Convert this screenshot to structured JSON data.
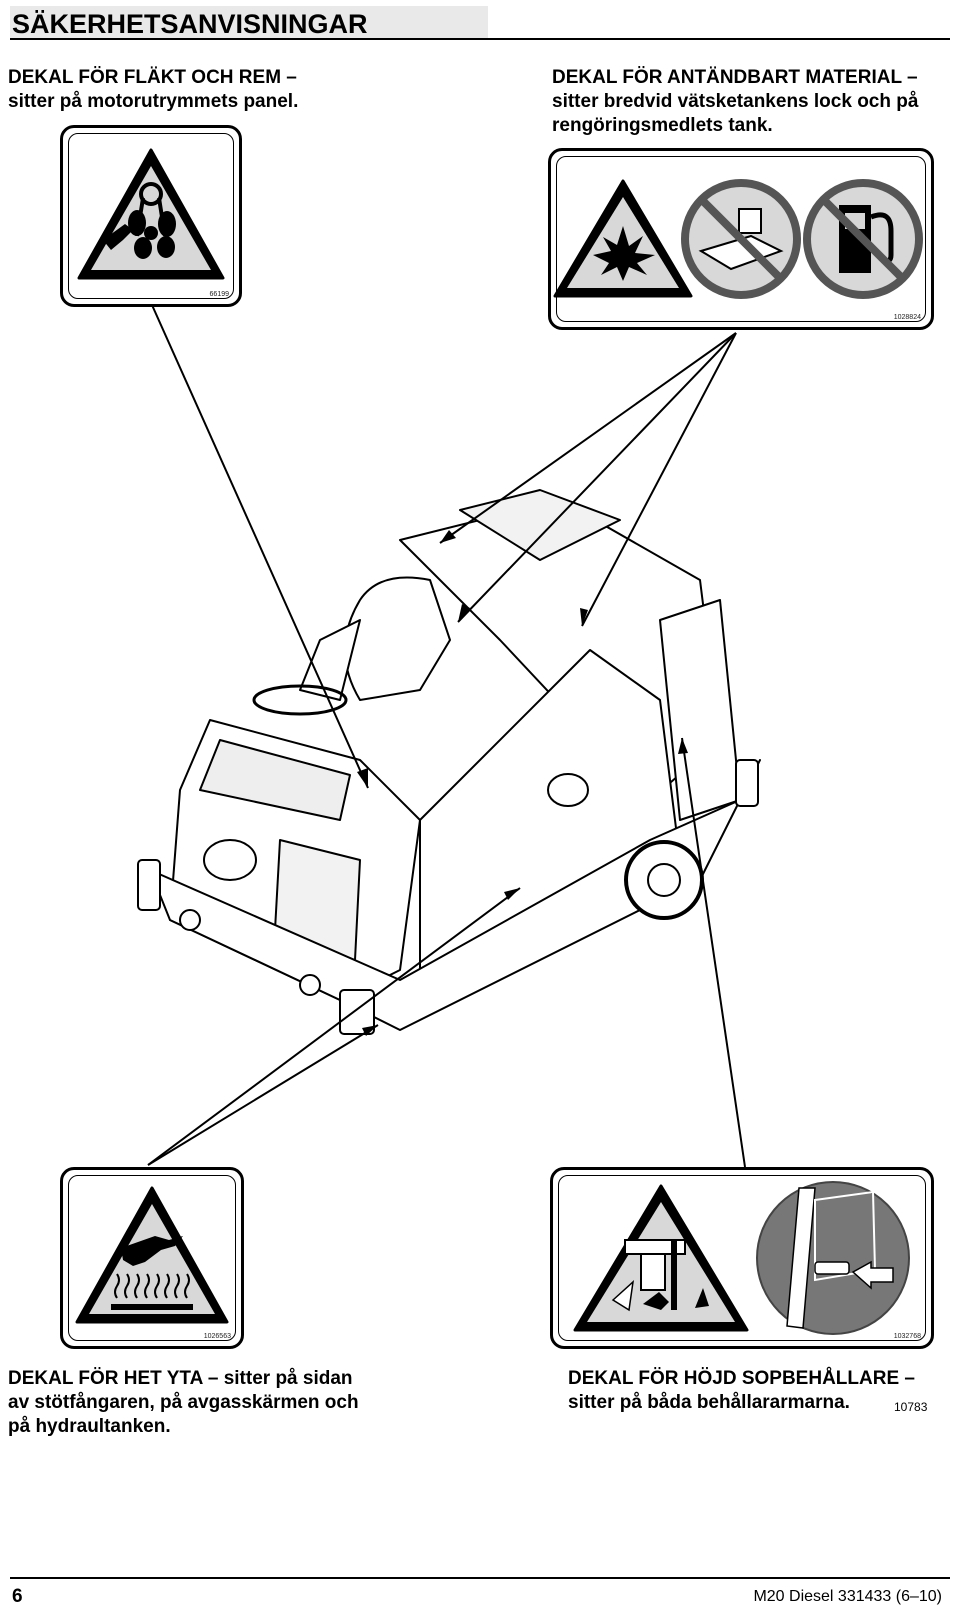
{
  "page": {
    "title": "SÄKERHETSANVISNINGAR",
    "page_number": "6",
    "document_id": "M20 Diesel 331433 (6–10)"
  },
  "decals": {
    "fan_belt": {
      "caption_lines": [
        "DEKAL FÖR FLÄKT OCH REM –",
        "sitter på motorutrymmets panel."
      ],
      "code": "66199"
    },
    "flammable": {
      "caption_lines": [
        "DEKAL FÖR ANTÄNDBART MATERIAL –",
        "sitter bredvid vätsketankens lock och på",
        "rengöringsmedlets tank."
      ],
      "code": "1028824"
    },
    "hot_surface": {
      "caption_lines": [
        "DEKAL FÖR HET YTA – sitter på sidan",
        "av stötfångaren, på avgasskärmen och",
        "på hydraultanken."
      ],
      "code": "1026563"
    },
    "raised_hopper": {
      "caption_lines": [
        "DEKAL FÖR HÖJD SOPBEHÅLLARE –",
        "sitter på båda behållararmarna."
      ],
      "code": "1032768"
    }
  },
  "figure_ref": "10783",
  "icons": [
    "fan-belt-warning-icon",
    "explosion-warning-icon",
    "no-open-flame-icon",
    "no-fuel-pump-icon",
    "hot-surface-warning-icon",
    "crush-hazard-warning-icon",
    "support-bar-icon",
    "sweeper-machine-illustration"
  ]
}
